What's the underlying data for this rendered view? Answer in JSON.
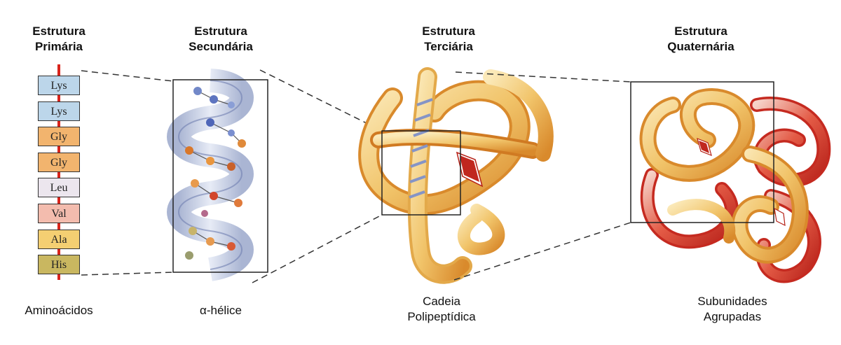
{
  "titles": {
    "primary": [
      "Estrutura",
      "Primária"
    ],
    "secondary": [
      "Estrutura",
      "Secundária"
    ],
    "tertiary": [
      "Estrutura",
      "Terciária"
    ],
    "quaternary": [
      "Estrutura",
      "Quaternária"
    ]
  },
  "amino_acids": [
    {
      "label": "Lys",
      "color": "#bcd6ea"
    },
    {
      "label": "Lys",
      "color": "#bcd6ea"
    },
    {
      "label": "Gly",
      "color": "#f2b46e"
    },
    {
      "label": "Gly",
      "color": "#f2b46e"
    },
    {
      "label": "Leu",
      "color": "#ece6ee"
    },
    {
      "label": "Val",
      "color": "#f3bcae"
    },
    {
      "label": "Ala",
      "color": "#f4cf72"
    },
    {
      "label": "His",
      "color": "#c9b760"
    }
  ],
  "captions": {
    "primary": "Aminoácidos",
    "secondary": "α-hélice",
    "tertiary": [
      "Cadeia",
      "Polipeptídica"
    ],
    "quaternary": [
      "Subunidades",
      "Agrupadas"
    ]
  },
  "colors": {
    "backbone": "#d9241c",
    "helix_ribbon": "#a9b6d6",
    "protein_ribbon": "#f0c063",
    "protein_dark": "#d98a2c",
    "subunit_red": "#d93a2e",
    "heme": "#c0271f"
  }
}
